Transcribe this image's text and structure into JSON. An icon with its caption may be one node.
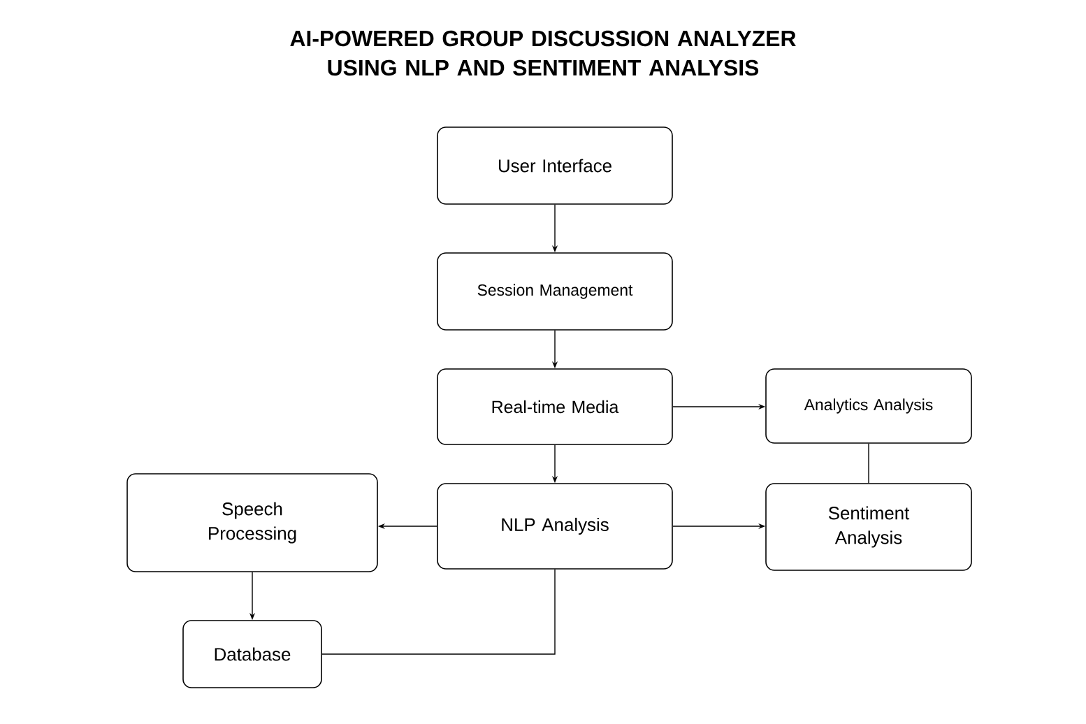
{
  "diagram": {
    "title": "AI-POWERED GROUP DISCUSSION ANALYZER USING NLP AND SENTIMENT ANALYSIS",
    "nodes": [
      {
        "text": [
          "User Interface"
        ]
      },
      {
        "text": [
          "Session Management"
        ]
      },
      {
        "text": [
          "Real-time Media"
        ]
      },
      {
        "text": [
          "Analytics Analysis"
        ]
      },
      {
        "text": [
          "Speech Processing"
        ]
      },
      {
        "text": [
          "NLP Analysis"
        ]
      },
      {
        "text": [
          "Sentiment Analysis"
        ]
      },
      {
        "text": [
          "Database"
        ]
      }
    ],
    "edges": [
      {
        "from": 0,
        "to": 1,
        "arrow": "to"
      },
      {
        "from": 1,
        "to": 2,
        "arrow": "to"
      },
      {
        "from": 2,
        "to": 3,
        "arrow": "to"
      },
      {
        "from": 2,
        "to": 5,
        "arrow": "to"
      },
      {
        "from": 5,
        "to": 4,
        "arrow": "to"
      },
      {
        "from": 5,
        "to": 6,
        "arrow": "to"
      },
      {
        "from": 3,
        "to": 6,
        "arrow": "none"
      },
      {
        "from": 4,
        "to": 7,
        "arrow": "to"
      },
      {
        "from": 5,
        "to": 7,
        "arrow": "none"
      }
    ]
  }
}
